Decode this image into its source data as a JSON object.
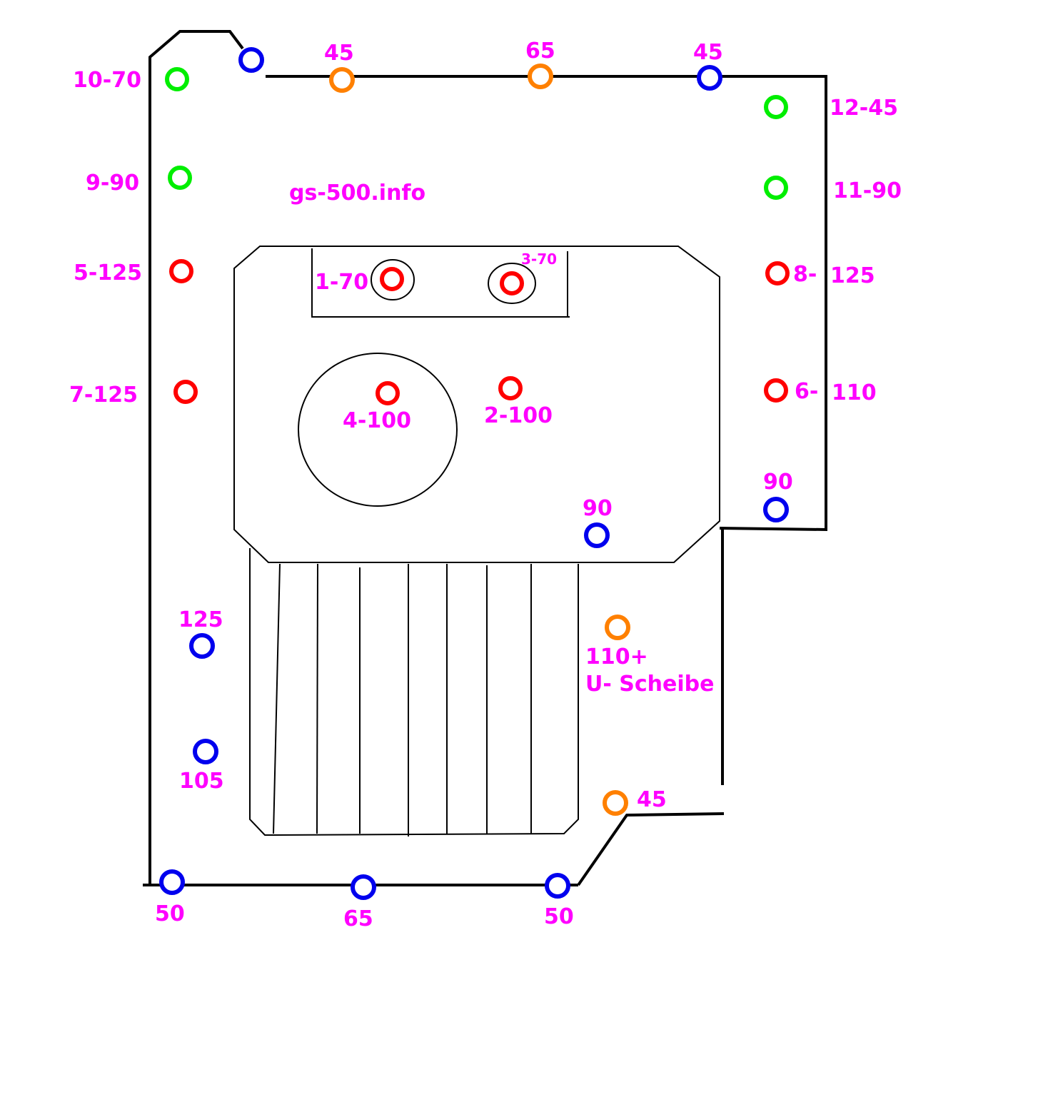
{
  "colors": {
    "label": "#ff00ff",
    "green": "#00ee00",
    "red": "#ff0000",
    "blue": "#0000ee",
    "orange": "#ff8000"
  },
  "watermark": "gs-500.info",
  "labels": {
    "l10": "10-70",
    "l9": "9-90",
    "l5": "5-125",
    "l7": "7-125",
    "l12": "12-45",
    "l11": "11-90",
    "l8a": "8-",
    "l8b": "125",
    "l6a": "6-",
    "l6b": "110",
    "l1": "1-70",
    "l3": "3-70",
    "l4": "4-100",
    "l2": "2-100",
    "top45a": "45",
    "top65": "65",
    "top45b": "45",
    "r90": "90",
    "c90": "90",
    "b125": "125",
    "b105": "105",
    "o110": "110+",
    "oScheibe": "U- Scheibe",
    "o45": "45",
    "b50a": "50",
    "b65": "65",
    "b50b": "50"
  }
}
